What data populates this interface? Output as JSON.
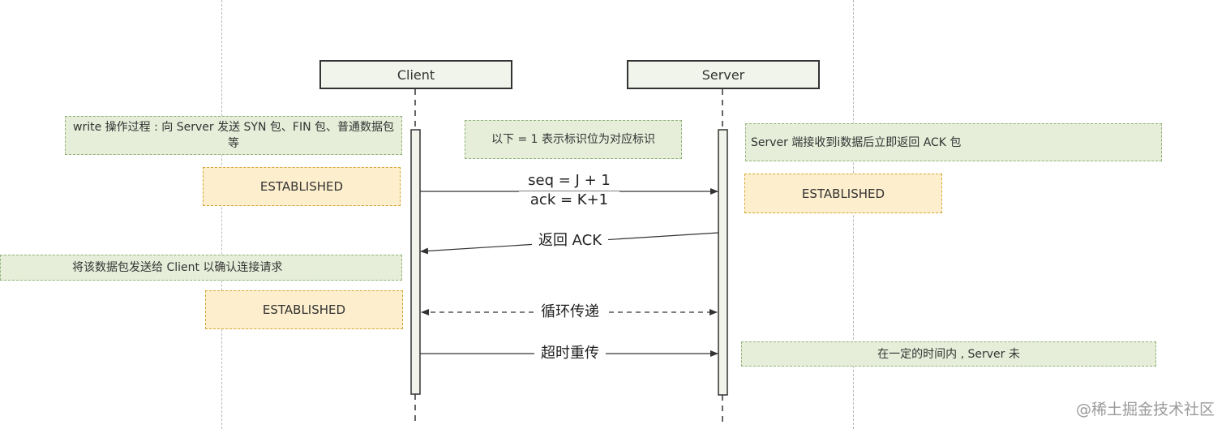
{
  "actors": {
    "client": "Client",
    "server": "Server"
  },
  "notes": {
    "client_write": "write 操作过程 : 向 Server 发送 SYN 包、FIN 包、普通数据包等",
    "flag_meaning": "以下 = 1 表示标识位为对应标识",
    "server_ack": "Server 端接收到i数据后立即返回 ACK 包",
    "client_confirm": "将该数据包发送给 Client 以确认连接请求",
    "server_timeout": "在一定的时间内 , Server 未"
  },
  "states": {
    "client_established_1": "ESTABLISHED",
    "server_established": "ESTABLISHED",
    "client_established_2": "ESTABLISHED"
  },
  "messages": {
    "seq": "seq = J + 1",
    "ack": "ack = K+1",
    "return_ack": "返回 ACK",
    "loop": "循环传递",
    "retransmit": "超时重传"
  },
  "watermark": "@稀土掘金技术社区",
  "colors": {
    "note_green_bg": "#e6eed9",
    "note_yellow_bg": "#fdefcd",
    "actor_bg": "#f1f4ea",
    "line": "#333333"
  }
}
